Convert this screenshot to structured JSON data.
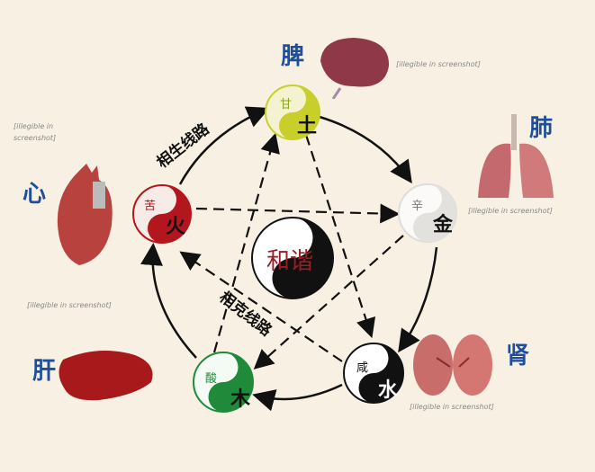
{
  "diagram": {
    "center": {
      "label": "和谐"
    },
    "routes": {
      "generating": "相生线路",
      "controlling": "相克线路"
    },
    "nodes": [
      {
        "id": "earth",
        "element": "土",
        "taste": "甘",
        "color": "#c9cf2a",
        "organ": "脾",
        "description": "[illegible in screenshot]"
      },
      {
        "id": "metal",
        "element": "金",
        "taste": "辛",
        "color": "#f2f0ee",
        "organ": "肺",
        "description": "[illegible in screenshot]"
      },
      {
        "id": "water",
        "element": "水",
        "taste": "咸",
        "color": "#111111",
        "organ": "肾",
        "description": "[illegible in screenshot]"
      },
      {
        "id": "wood",
        "element": "木",
        "taste": "酸",
        "color": "#1f8a3a",
        "organ": "肝",
        "description": "[illegible in screenshot]"
      },
      {
        "id": "fire",
        "element": "火",
        "taste": "苦",
        "color": "#b3161c",
        "organ": "心",
        "description": "[illegible in screenshot]"
      }
    ]
  }
}
